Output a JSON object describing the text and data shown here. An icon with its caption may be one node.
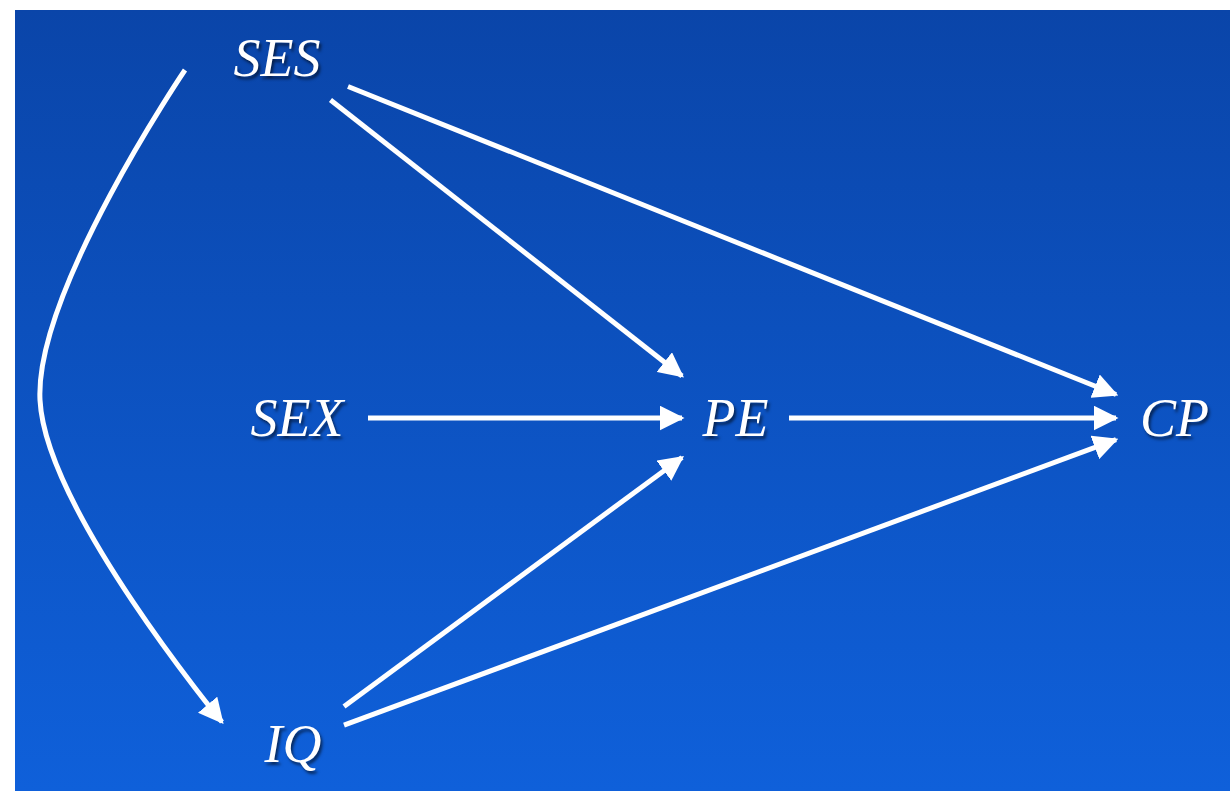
{
  "diagram": {
    "nodes": [
      {
        "text": [
          "SES"
        ]
      },
      {
        "text": [
          "SEX"
        ]
      },
      {
        "text": [
          "PE"
        ]
      },
      {
        "text": [
          "CP"
        ]
      },
      {
        "text": [
          "IQ"
        ]
      }
    ],
    "edges": [
      {
        "from": 0,
        "to": 2,
        "arrow": "to"
      },
      {
        "from": 0,
        "to": 3,
        "arrow": "to"
      },
      {
        "from": 1,
        "to": 2,
        "arrow": "to"
      },
      {
        "from": 2,
        "to": 3,
        "arrow": "to"
      },
      {
        "from": 4,
        "to": 2,
        "arrow": "to"
      },
      {
        "from": 4,
        "to": 3,
        "arrow": "to"
      },
      {
        "from": 0,
        "to": 4,
        "arrow": "to"
      }
    ]
  }
}
